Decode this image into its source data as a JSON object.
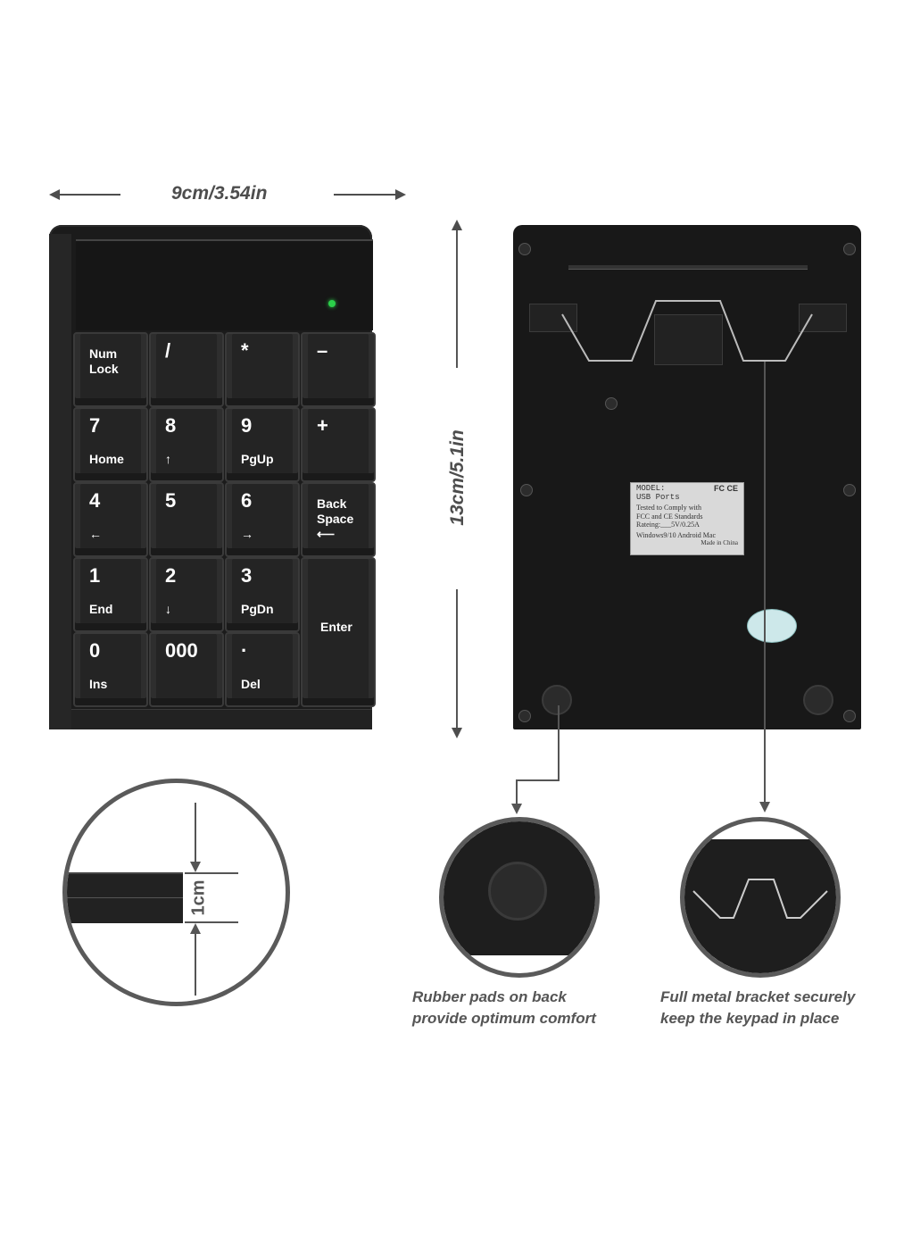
{
  "dimensions": {
    "width_label": "9cm/3.54in",
    "height_label": "13cm/5.1in",
    "thickness_label": "1cm"
  },
  "keypad_front": {
    "keys": [
      {
        "id": "numlock",
        "main": "",
        "sub": "",
        "small": "Num\nLock"
      },
      {
        "id": "divide",
        "main": "/",
        "sub": ""
      },
      {
        "id": "multiply",
        "main": "*",
        "sub": ""
      },
      {
        "id": "minus",
        "main": "–",
        "sub": ""
      },
      {
        "id": "7",
        "main": "7",
        "sub": "Home"
      },
      {
        "id": "8",
        "main": "8",
        "sub": "↑"
      },
      {
        "id": "9",
        "main": "9",
        "sub": "PgUp"
      },
      {
        "id": "plus",
        "main": "+",
        "sub": ""
      },
      {
        "id": "4",
        "main": "4",
        "sub": "←"
      },
      {
        "id": "5",
        "main": "5",
        "sub": ""
      },
      {
        "id": "6",
        "main": "6",
        "sub": "→"
      },
      {
        "id": "backspace",
        "main": "",
        "sub": "",
        "small": "Back\nSpace\n⟵"
      },
      {
        "id": "1",
        "main": "1",
        "sub": "End"
      },
      {
        "id": "2",
        "main": "2",
        "sub": "↓"
      },
      {
        "id": "3",
        "main": "3",
        "sub": "PgDn"
      },
      {
        "id": "enter",
        "main": "",
        "sub": "",
        "center": "Enter"
      },
      {
        "id": "0",
        "main": "0",
        "sub": "Ins"
      },
      {
        "id": "000",
        "main": "000",
        "sub": ""
      },
      {
        "id": "dot",
        "main": "·",
        "sub": "Del"
      }
    ],
    "led_color": "#2bd04a"
  },
  "keypad_back": {
    "label": {
      "model": "MODEL:",
      "marks": "FC CE",
      "ports": "USB Ports",
      "tested1": "Tested to Comply with",
      "tested2": "FCC and CE Standards",
      "rating": "Rateing:___5V/0.25A",
      "os": "Windows9/10 Android Mac",
      "origin": "Made in China"
    }
  },
  "captions": {
    "rubber_pads": "Rubber pads on back\nprovide optimum comfort",
    "bracket": "Full metal bracket securely\nkeep the keypad in place"
  }
}
